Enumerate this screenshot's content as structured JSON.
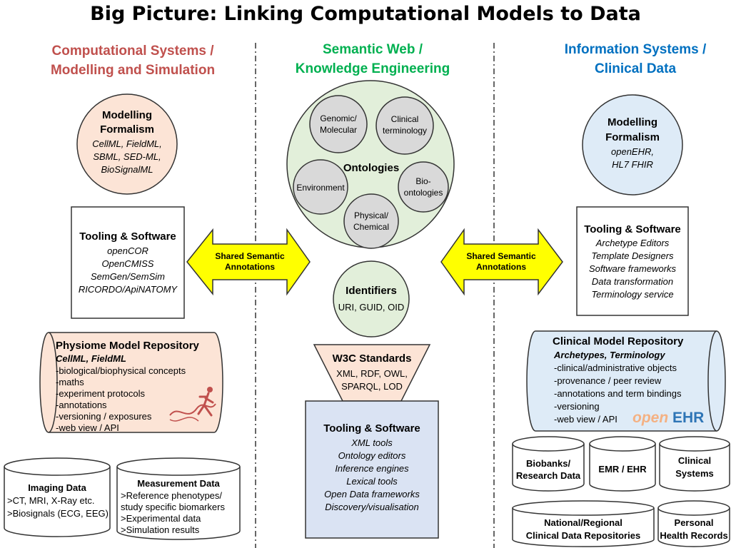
{
  "title": "Big Picture: Linking Computational Models to Data",
  "colors": {
    "left_header": "#c0504d",
    "mid_header": "#00b050",
    "right_header": "#0070c0",
    "arrow_fill": "#ffff00"
  },
  "columns": {
    "left": {
      "header": [
        "Computational Systems /",
        "Modelling and Simulation"
      ],
      "formalism": {
        "title": [
          "Modelling",
          "Formalism"
        ],
        "items": [
          "CellML, FieldML,",
          "SBML, SED-ML,",
          "BioSignalML"
        ]
      },
      "tooling": {
        "title": "Tooling & Software",
        "items": [
          "openCOR",
          "OpenCMISS",
          "SemGen/SemSim",
          "RICORDO/ApiNATOMY"
        ]
      },
      "repository": {
        "title": "Physiome Model Repository",
        "subtitle": "CellML, FieldML",
        "items": [
          "-biological/biophysical concepts",
          "-maths",
          "-experiment protocols",
          "-annotations",
          "-versioning / exposures",
          "-web view / API"
        ]
      },
      "imaging": {
        "title": "Imaging Data",
        "items": [
          ">CT, MRI, X-Ray etc.",
          ">Biosignals (ECG, EEG)"
        ]
      },
      "measurement": {
        "title": "Measurement Data",
        "items": [
          ">Reference phenotypes/",
          "study specific biomarkers",
          ">Experimental data",
          ">Simulation results"
        ]
      }
    },
    "middle": {
      "header": [
        "Semantic Web /",
        "Knowledge Engineering"
      ],
      "ontologies": {
        "title": "Ontologies",
        "circles": [
          [
            "Genomic/",
            "Molecular"
          ],
          [
            "Clinical",
            "terminology"
          ],
          [
            "Environment"
          ],
          [
            "Bio-",
            "ontologies"
          ],
          [
            "Physical/",
            "Chemical"
          ]
        ]
      },
      "identifiers": {
        "title": "Identifiers",
        "items": "URI, GUID, OID"
      },
      "w3c": {
        "title": "W3C Standards",
        "items": [
          "XML, RDF, OWL,",
          "SPARQL, LOD"
        ]
      },
      "tooling": {
        "title": "Tooling & Software",
        "items": [
          "XML tools",
          "Ontology editors",
          "Inference engines",
          "Lexical tools",
          "Open Data frameworks",
          "Discovery/visualisation"
        ]
      }
    },
    "right": {
      "header": [
        "Information Systems /",
        "Clinical Data"
      ],
      "formalism": {
        "title": [
          "Modelling",
          "Formalism"
        ],
        "items": [
          "openEHR,",
          "HL7 FHIR"
        ]
      },
      "tooling": {
        "title": "Tooling & Software",
        "items": [
          "Archetype Editors",
          "Template Designers",
          "Software frameworks",
          "Data transformation",
          "Terminology service"
        ]
      },
      "repository": {
        "title": "Clinical Model Repository",
        "subtitle": "Archetypes, Terminology",
        "items": [
          "-clinical/administrative objects",
          "-provenance / peer review",
          "-annotations and term bindings",
          "-versioning",
          "-web view / API"
        ],
        "logo_a": "open",
        "logo_b": "EHR"
      },
      "stores": {
        "biobanks": [
          "Biobanks/",
          "Research Data"
        ],
        "emr": "EMR / EHR",
        "clinical_systems": [
          "Clinical",
          "Systems"
        ],
        "national": [
          "National/Regional",
          "Clinical Data Repositories"
        ],
        "personal": [
          "Personal",
          "Health Records"
        ]
      }
    }
  },
  "arrows": {
    "left": [
      "Shared Semantic",
      "Annotations"
    ],
    "right": [
      "Shared Semantic",
      "Annotations"
    ]
  }
}
